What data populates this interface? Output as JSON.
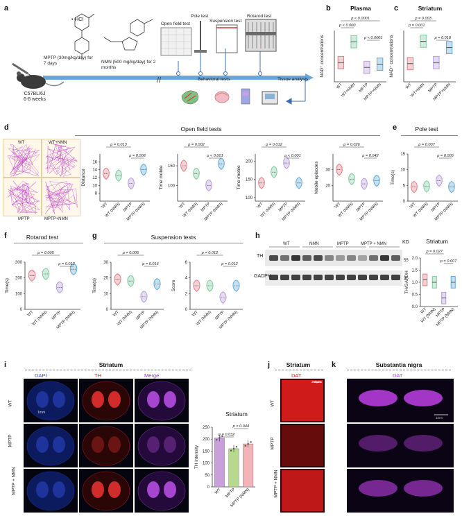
{
  "panel_labels": {
    "a": "a",
    "b": "b",
    "c": "c",
    "d": "d",
    "e": "e",
    "f": "f",
    "g": "g",
    "h": "h",
    "i": "i",
    "j": "j",
    "k": "k"
  },
  "schematic": {
    "mouse": "C57BL/6J",
    "mouse_age": "6-8 weeks",
    "mptp_hcl": "• HCl",
    "mptp_dose": "MPTP (30mg/kg/day) for 7 days",
    "nmn_dose": "NMN (500 mg/kg/day) for 2 months",
    "open_field": "Open field test",
    "pole_test": "Pole test",
    "suspension_test": "Suspension test",
    "rotarod_test": "Rotarod test",
    "behavioral_tests": "Behavioral tests",
    "tissue_analysis": "Tissue analysis",
    "break_mark": "//"
  },
  "panel_b": {
    "title": "Plasma",
    "ylabel": "NAD⁺ concentrations",
    "categories": [
      "WT",
      "WT+NMN",
      "MPTP",
      "MPTP+NMN"
    ],
    "pvals": [
      "p < 0.0001",
      "p < 0.000",
      "p < 0.0001"
    ]
  },
  "panel_c": {
    "title": "Striatum",
    "ylabel": "NAD⁺ concentrations",
    "categories": [
      "WT",
      "WT+NMN",
      "MPTP",
      "MPTP+NMN"
    ],
    "pvals": [
      "p = 0.003",
      "p = 0.001",
      "p = 0.018"
    ]
  },
  "panel_d": {
    "title": "Open field tests",
    "track_labels": [
      "WT",
      "WT+NMN",
      "MPTP",
      "MPTP+NMN"
    ],
    "categories": [
      "WT",
      "WT (NMN)",
      "MPTP",
      "MPTP (NMN)"
    ],
    "plots": [
      {
        "ylabel": "Distance",
        "pvals": [
          "p = 0.013",
          "p = 0.008"
        ]
      },
      {
        "ylabel": "Time mobile",
        "pvals": [
          "p = 0.002",
          "p < 0.001"
        ]
      },
      {
        "ylabel": "Time imoble",
        "pvals": [
          "p = 0.012",
          "p < 0.001"
        ]
      },
      {
        "ylabel": "Mobile episodes",
        "pvals": [
          "p = 0.026",
          "p = 0.042"
        ]
      }
    ]
  },
  "panel_e": {
    "title": "Pole test",
    "ylabel": "Time(s)",
    "categories": [
      "WT",
      "WT (NMN)",
      "MPTP",
      "MPTP (NMN)"
    ],
    "pvals": [
      "p = 0.007",
      "p = 0.005"
    ],
    "yticks": [
      "0",
      "5",
      "10",
      "15"
    ]
  },
  "panel_f": {
    "title": "Rotarod test",
    "ylabel": "Time(s)",
    "categories": [
      "WT",
      "WT (NMN)",
      "MPTP",
      "MPTP (NMN)"
    ],
    "pvals": [
      "p = 0.005",
      "p = 0.012"
    ],
    "yticks": [
      "0",
      "100",
      "200",
      "300"
    ]
  },
  "panel_g": {
    "title": "Suspension tests",
    "plots": [
      {
        "ylabel": "Time(s)",
        "pvals": [
          "p = 0.006",
          "p = 0.016"
        ],
        "yticks": [
          "0",
          "10",
          "20",
          "30"
        ]
      },
      {
        "ylabel": "Score",
        "pvals": [
          "p = 0.012",
          "p = 0.012"
        ],
        "yticks": [
          "0",
          "2",
          "4",
          "6"
        ]
      }
    ],
    "categories": [
      "WT",
      "WT (NMN)",
      "MPTP",
      "MPTP (NMN)"
    ]
  },
  "panel_h": {
    "groups": [
      "WT",
      "NMN",
      "MPTP",
      "MPTP + NMN"
    ],
    "rows": [
      "TH",
      "GADPH"
    ],
    "kd_label": "KD",
    "kd": [
      "55",
      "35"
    ],
    "chart_title": "Striatum",
    "ylabel": "TH/GAPDH",
    "categories": [
      "WT",
      "WT (NMN)",
      "MPTP",
      "MPTP (NMN)"
    ],
    "pvals": [
      "p = 0.027",
      "p = 0.007"
    ],
    "yticks": [
      "0.0",
      "0.5",
      "1.0",
      "1.5",
      "2.0"
    ]
  },
  "panel_i": {
    "title": "Striatum",
    "cols": [
      "DAPI",
      "TH",
      "Merge"
    ],
    "rows": [
      "WT",
      "MPTP",
      "MPTP + NMN"
    ],
    "scale": "1mm",
    "chart_title": "Striatum",
    "ylabel": "TH intensity",
    "categories": [
      "WT",
      "MPTP",
      "MPTP (NMN)"
    ],
    "pvals": [
      "p = 0.032",
      "p = 0.044"
    ],
    "yticks": [
      "0",
      "50",
      "100",
      "150",
      "200",
      "250"
    ]
  },
  "panel_j": {
    "title": "Striatum",
    "col": "DAT",
    "rows": [
      "WT",
      "MPTP",
      "MPTP + NMN"
    ],
    "scale": "200µm"
  },
  "panel_k": {
    "title": "Substantia nigra",
    "col": "DAT",
    "scale": "1mm"
  },
  "chart_data": [
    {
      "type": "box",
      "panel": "b",
      "title": "Plasma",
      "categories": [
        "WT",
        "WT+NMN",
        "MPTP",
        "MPTP+NMN"
      ],
      "ylabel": "NAD⁺ concentrations",
      "values": [
        0.6,
        1.25,
        0.45,
        0.55
      ]
    },
    {
      "type": "box",
      "panel": "c",
      "title": "Striatum",
      "categories": [
        "WT",
        "WT+NMN",
        "MPTP",
        "MPTP+NMN"
      ],
      "ylabel": "NAD⁺ concentrations",
      "values": [
        0.85,
        1.9,
        0.9,
        1.6
      ]
    },
    {
      "type": "violin",
      "panel": "d1",
      "categories": [
        "WT",
        "WT (NMN)",
        "MPTP",
        "MPTP (NMN)"
      ],
      "ylabel": "Distance",
      "values": [
        13,
        12.5,
        10.5,
        14
      ]
    },
    {
      "type": "violin",
      "panel": "d2",
      "categories": [
        "WT",
        "WT (NMN)",
        "MPTP",
        "MPTP (NMN)"
      ],
      "ylabel": "Time mobile",
      "values": [
        150,
        130,
        100,
        155
      ]
    },
    {
      "type": "violin",
      "panel": "d3",
      "categories": [
        "WT",
        "WT (NMN)",
        "MPTP",
        "MPTP (NMN)"
      ],
      "ylabel": "Time imoble",
      "values": [
        140,
        170,
        195,
        140
      ]
    },
    {
      "type": "violin",
      "panel": "d4",
      "categories": [
        "WT",
        "WT (NMN)",
        "MPTP",
        "MPTP (NMN)"
      ],
      "ylabel": "Mobile episodes",
      "values": [
        30,
        24,
        21,
        23
      ]
    },
    {
      "type": "violin",
      "panel": "e",
      "title": "Pole test",
      "categories": [
        "WT",
        "WT (NMN)",
        "MPTP",
        "MPTP (NMN)"
      ],
      "ylabel": "Time(s)",
      "values": [
        4.5,
        4.7,
        6.5,
        4.5
      ],
      "ylim": [
        0,
        15
      ]
    },
    {
      "type": "violin",
      "panel": "f",
      "title": "Rotarod test",
      "categories": [
        "WT",
        "WT (NMN)",
        "MPTP",
        "MPTP (NMN)"
      ],
      "ylabel": "Time(s)",
      "values": [
        215,
        225,
        140,
        255
      ],
      "ylim": [
        0,
        300
      ]
    },
    {
      "type": "violin",
      "panel": "g1",
      "categories": [
        "WT",
        "WT (NMN)",
        "MPTP",
        "MPTP (NMN)"
      ],
      "ylabel": "Time(s)",
      "values": [
        19,
        18,
        8,
        16
      ],
      "ylim": [
        0,
        30
      ]
    },
    {
      "type": "violin",
      "panel": "g2",
      "categories": [
        "WT",
        "WT (NMN)",
        "MPTP",
        "MPTP (NMN)"
      ],
      "ylabel": "Score",
      "values": [
        3,
        3,
        1.5,
        3
      ],
      "ylim": [
        0,
        6
      ]
    },
    {
      "type": "violin",
      "panel": "h",
      "title": "Striatum",
      "categories": [
        "WT",
        "WT (NMN)",
        "MPTP",
        "MPTP (NMN)"
      ],
      "ylabel": "TH/GAPDH",
      "values": [
        1.1,
        1.0,
        0.35,
        1.0
      ],
      "ylim": [
        0,
        2
      ]
    },
    {
      "type": "bar",
      "panel": "i",
      "title": "Striatum",
      "categories": [
        "WT",
        "MPTP",
        "MPTP (NMN)"
      ],
      "ylabel": "TH intensity",
      "values": [
        205,
        160,
        180
      ],
      "ylim": [
        0,
        250
      ]
    }
  ],
  "colors": {
    "wt": "#e07a86",
    "wtnmn": "#7cc99a",
    "mptp": "#b69ad6",
    "mptpnmn": "#5da7d8",
    "bar1": "#c9a0dc",
    "bar2": "#b7d98b",
    "bar3": "#f4b3b8"
  }
}
